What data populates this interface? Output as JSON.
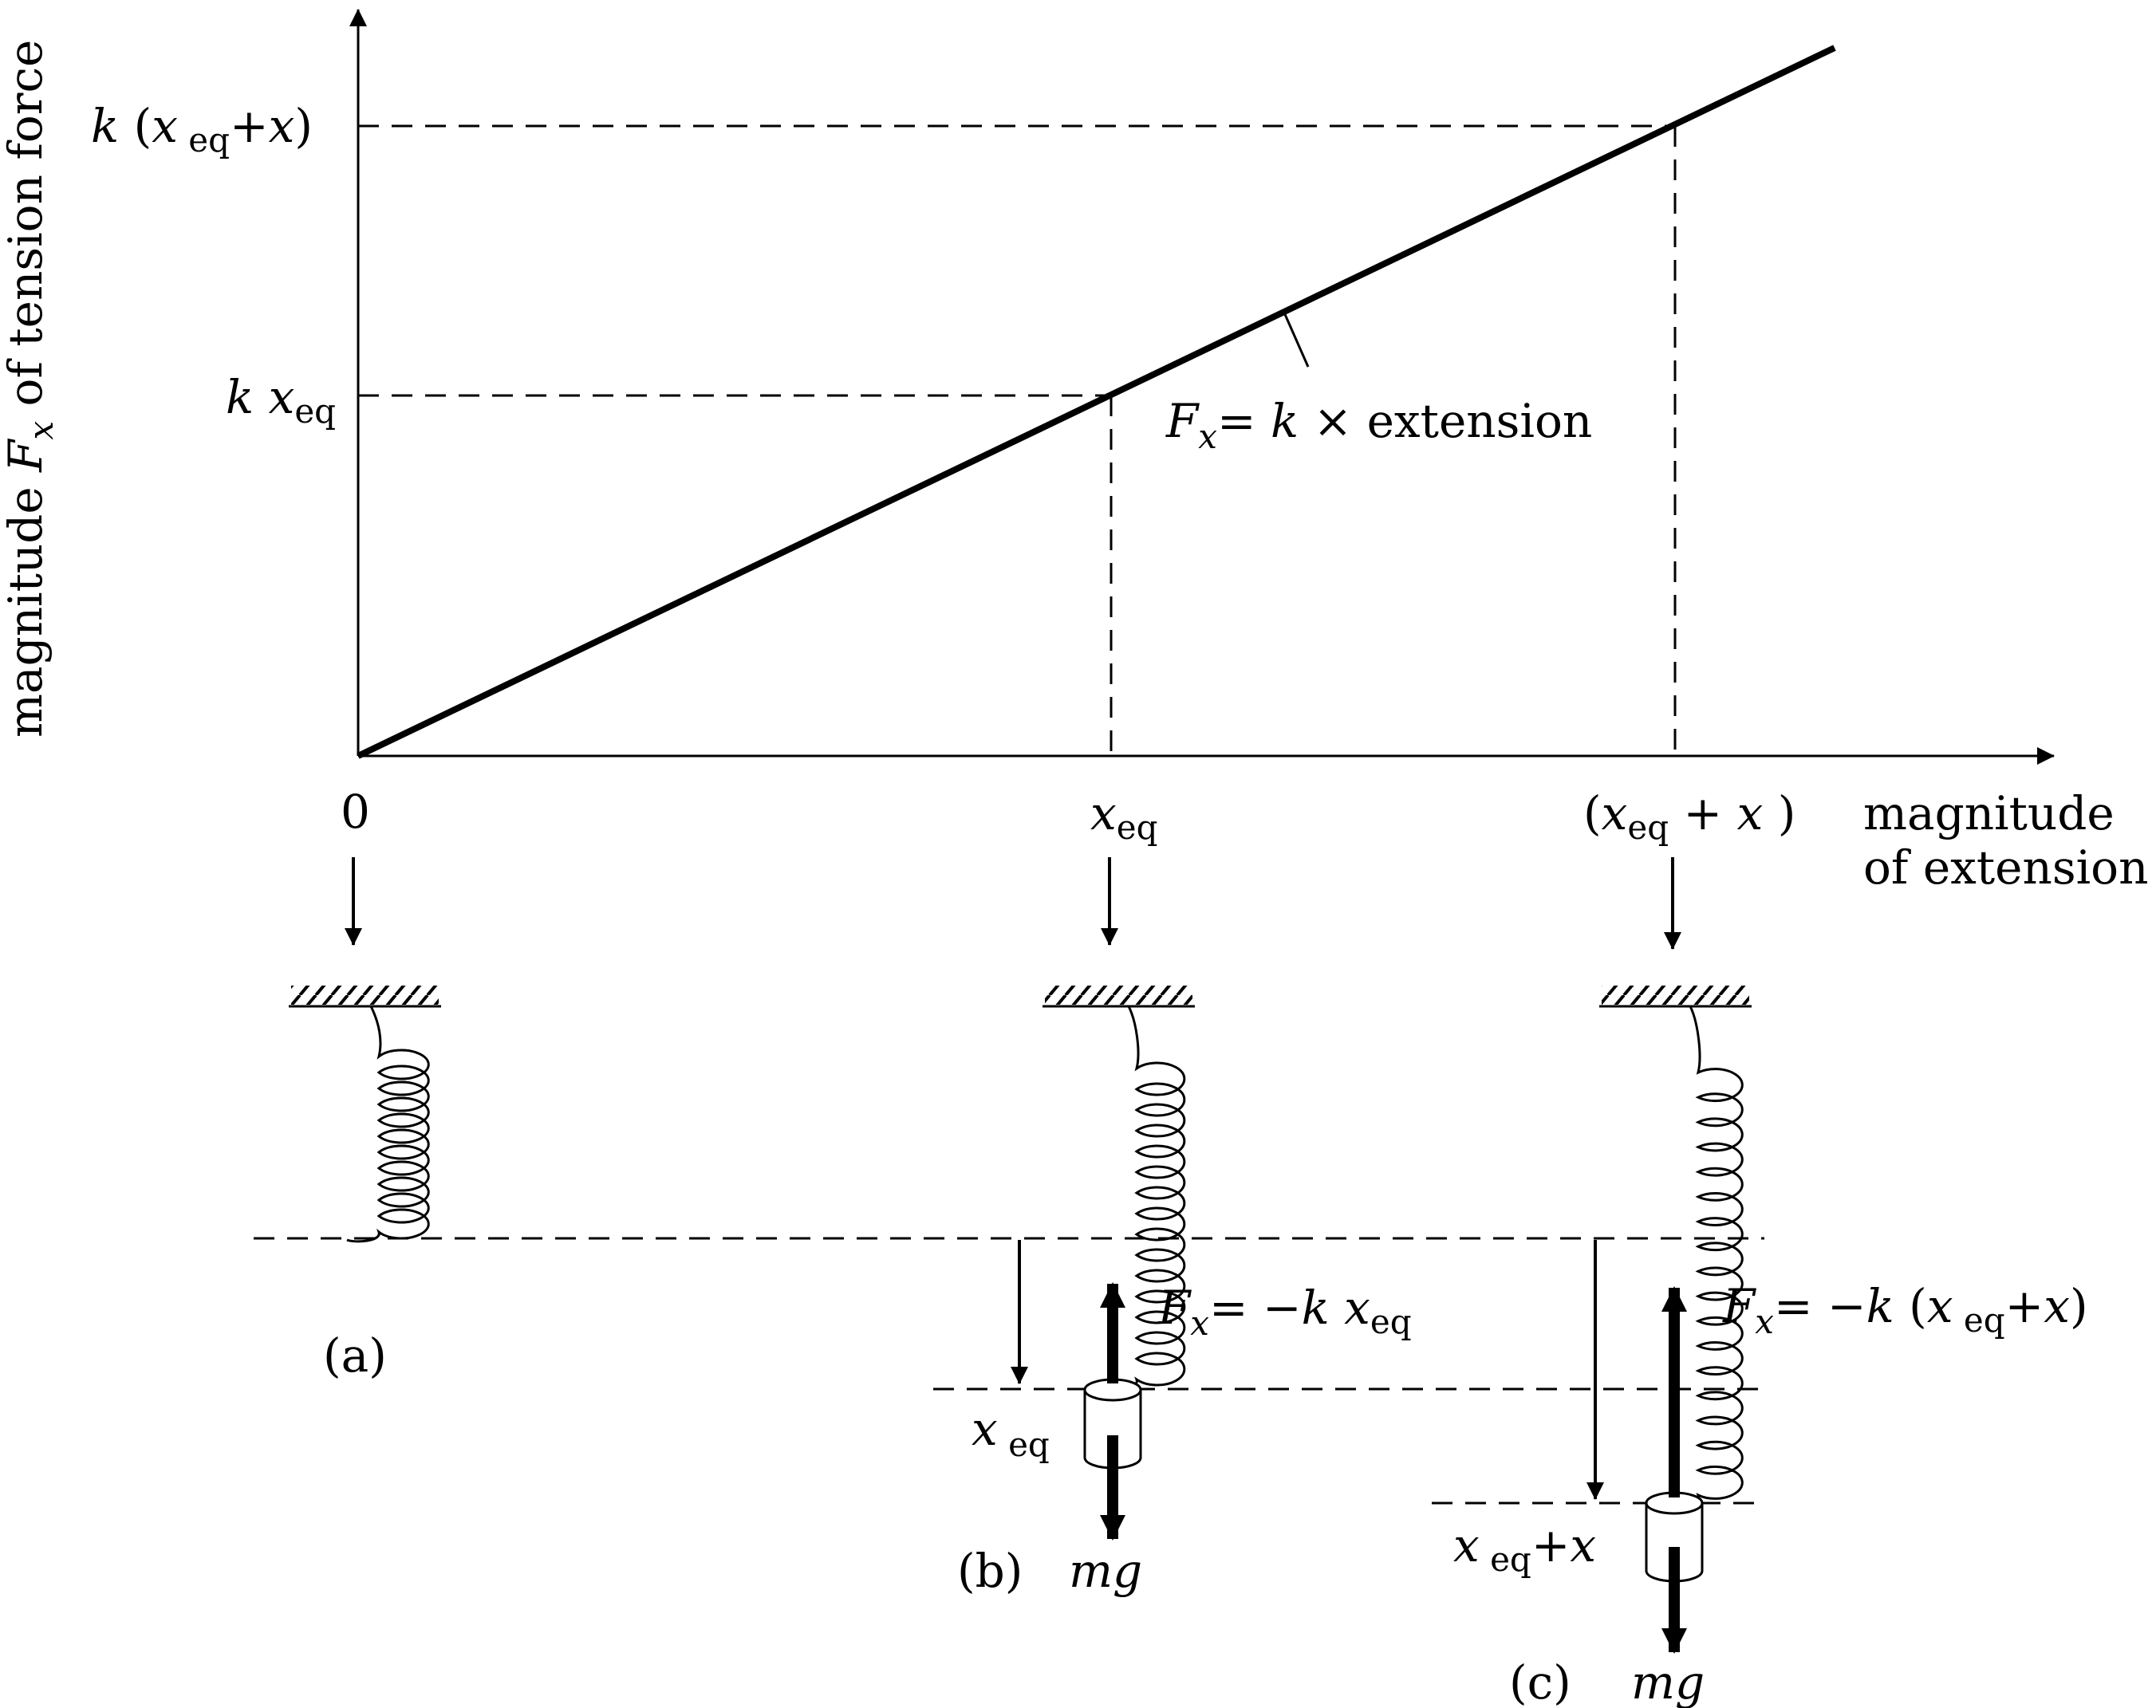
{
  "graph": {
    "y_axis_label": {
      "pre": "magnitude ",
      "F": "F",
      "x": "x",
      "post": " of tension force"
    },
    "x_axis_label_line1": "magnitude",
    "x_axis_label_line2": "of extension",
    "tick_zero": "0",
    "tick_xeq": {
      "x": "x",
      "sub": "eq"
    },
    "tick_xeq_plus_x": {
      "open": "(",
      "x": "x",
      "sub": "eq",
      "plus": " + ",
      "x2": "x",
      "close": " )"
    },
    "ytick_kxeq": {
      "k": "k",
      "x": " x",
      "sub": "eq"
    },
    "ytick_k_xeq_x": {
      "k": "k",
      "open": " (",
      "x": "x",
      "sub": " eq",
      "plus": "+",
      "x2": "x",
      "close": ")"
    },
    "line_label": {
      "F": "F",
      "x": "x",
      "eq": "= ",
      "k": "k",
      "rest": " × extension"
    }
  },
  "springs": {
    "a": {
      "caption": "(a)"
    },
    "b": {
      "caption": "(b)",
      "weight": "mg",
      "force": {
        "F": "F",
        "x": "x",
        "eq": "= −",
        "k": "k",
        "x2": " x",
        "sub": "eq"
      },
      "extension": {
        "x": "x",
        "sub": " eq"
      }
    },
    "c": {
      "caption": "(c)",
      "weight": "mg",
      "force": {
        "F": "F",
        "x": "x",
        "eq": "= −",
        "k": "k",
        "open": " (",
        "x2": "x",
        "sub": " eq",
        "plus": "+",
        "x3": "x",
        "close": ")"
      },
      "extension": {
        "x": "x",
        "sub": " eq",
        "plus": "+",
        "x2": "x"
      }
    }
  },
  "chart_data": {
    "type": "line",
    "series": [
      {
        "x": [
          0,
          1,
          1.75
        ],
        "y": [
          0,
          1,
          1.75
        ]
      }
    ]
  }
}
